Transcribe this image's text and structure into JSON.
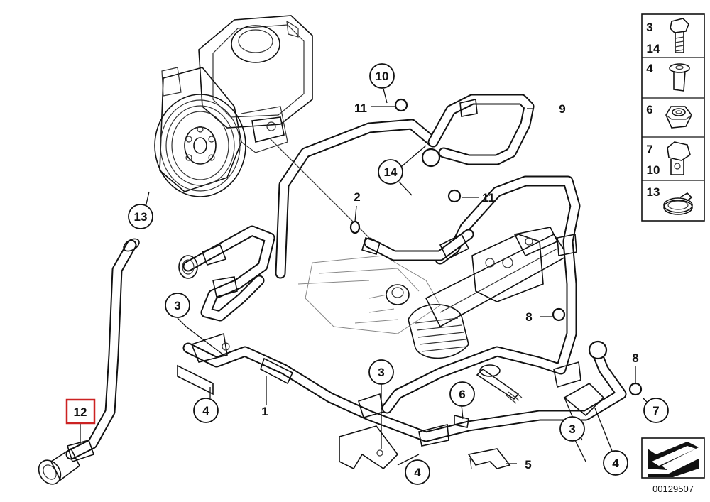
{
  "callouts": [
    {
      "id": "c13",
      "label": "13",
      "shape": "circle"
    },
    {
      "id": "c12",
      "label": "12",
      "shape": "box-highlight"
    },
    {
      "id": "c10",
      "label": "10",
      "shape": "circle"
    },
    {
      "id": "c11a",
      "label": "11",
      "shape": "text"
    },
    {
      "id": "c9",
      "label": "9",
      "shape": "text"
    },
    {
      "id": "c14",
      "label": "14",
      "shape": "circle"
    },
    {
      "id": "c2",
      "label": "2",
      "shape": "text"
    },
    {
      "id": "c11b",
      "label": "11",
      "shape": "text"
    },
    {
      "id": "c3a",
      "label": "3",
      "shape": "circle"
    },
    {
      "id": "c8a",
      "label": "8",
      "shape": "text"
    },
    {
      "id": "c8b",
      "label": "8",
      "shape": "text"
    },
    {
      "id": "c7",
      "label": "7",
      "shape": "circle"
    },
    {
      "id": "c3b",
      "label": "3",
      "shape": "circle"
    },
    {
      "id": "c1",
      "label": "1",
      "shape": "text"
    },
    {
      "id": "c4a",
      "label": "4",
      "shape": "circle"
    },
    {
      "id": "c6",
      "label": "6",
      "shape": "circle"
    },
    {
      "id": "c3c",
      "label": "3",
      "shape": "circle"
    },
    {
      "id": "c4b",
      "label": "4",
      "shape": "circle"
    },
    {
      "id": "c5",
      "label": "5",
      "shape": "text"
    },
    {
      "id": "c4c",
      "label": "4",
      "shape": "circle"
    }
  ],
  "legend": {
    "rows": [
      {
        "labels": [
          "3",
          "14"
        ],
        "part": "bolt-icon"
      },
      {
        "labels": [
          "4"
        ],
        "part": "sleeve-nut-icon"
      },
      {
        "labels": [
          "6"
        ],
        "part": "hex-nut-icon"
      },
      {
        "labels": [
          "7",
          "10"
        ],
        "part": "banjo-bolt-icon"
      },
      {
        "labels": [
          "13"
        ],
        "part": "hose-clamp-icon"
      }
    ]
  },
  "diagram_number": "00129507",
  "highlight_color": "#cc2222"
}
